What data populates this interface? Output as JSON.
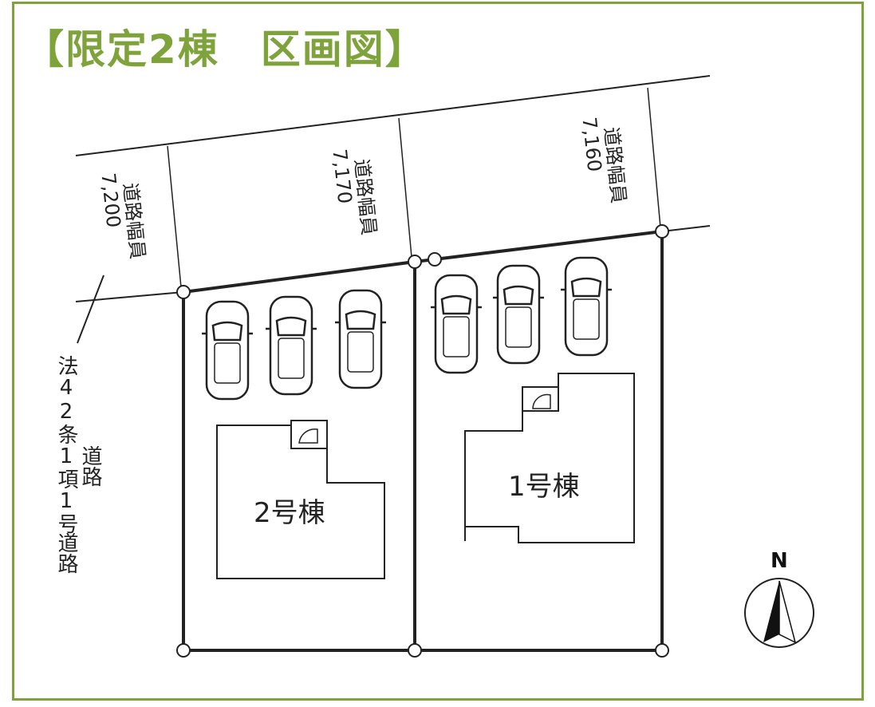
{
  "title": "【限定2棟　区画図】",
  "roads": {
    "widths": [
      {
        "label": "道路幅員",
        "value": "7,200"
      },
      {
        "label": "道路幅員",
        "value": "7,170"
      },
      {
        "label": "道路幅員",
        "value": "7,160"
      }
    ],
    "road_type_main": "法42条1項1号",
    "road_type_suffix": "道路",
    "road_type_side": "道路"
  },
  "buildings": [
    {
      "label": "2号棟"
    },
    {
      "label": "1号棟"
    }
  ],
  "north_label": "N",
  "colors": {
    "accent": "#7ea33a",
    "line": "#222222"
  }
}
